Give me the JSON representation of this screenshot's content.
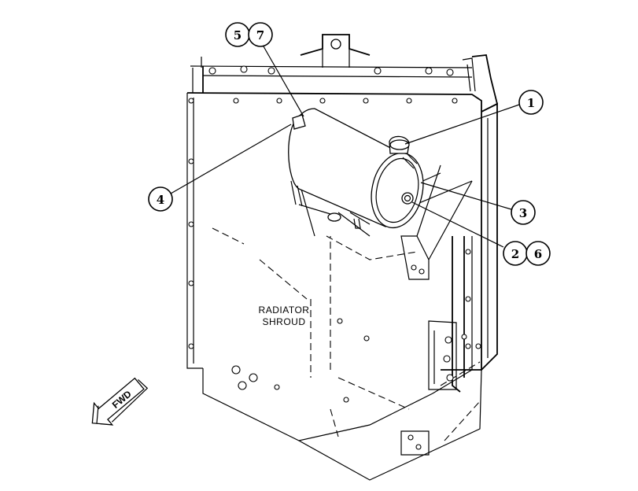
{
  "labels": {
    "shroud_line1": "RADIATOR",
    "shroud_line2": "SHROUD",
    "fwd": "FWD"
  },
  "callouts": [
    "1",
    "2",
    "3",
    "4",
    "5",
    "6",
    "7"
  ]
}
